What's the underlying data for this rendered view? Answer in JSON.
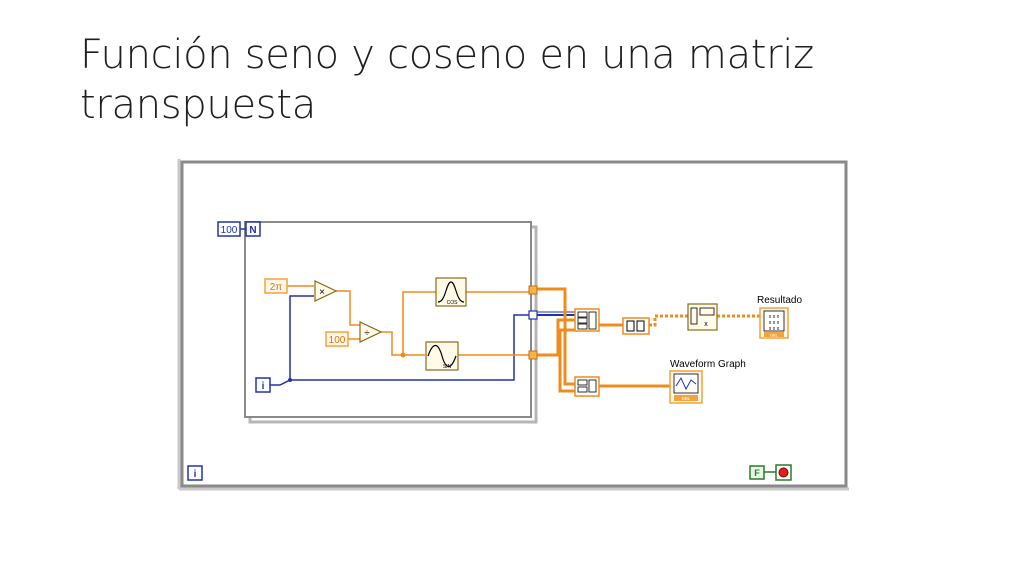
{
  "slide": {
    "title_line1": "Función seno y coseno en una matriz",
    "title_line2": "transpuesta"
  },
  "diagram": {
    "count_terminal": "100",
    "count_label": "N",
    "iteration_label": "i",
    "constant_two_pi": "2π",
    "constant_100": "100",
    "multiply_symbol": "×",
    "divide_symbol": "÷",
    "cos_label": "COS",
    "sin_label": "SIN",
    "result_label": "Resultado",
    "result_matrix": "x x x",
    "graph_label": "Waveform Graph",
    "graph_footer": "DBL",
    "result_footer": "DBL",
    "while_iteration_label": "i",
    "stop_terminal": "F",
    "colors": {
      "orange_wire": "#f08c1e",
      "blue_wire": "#2233aa",
      "loop_border": "#8a8a8a",
      "node_border": "#f3a33a"
    }
  }
}
